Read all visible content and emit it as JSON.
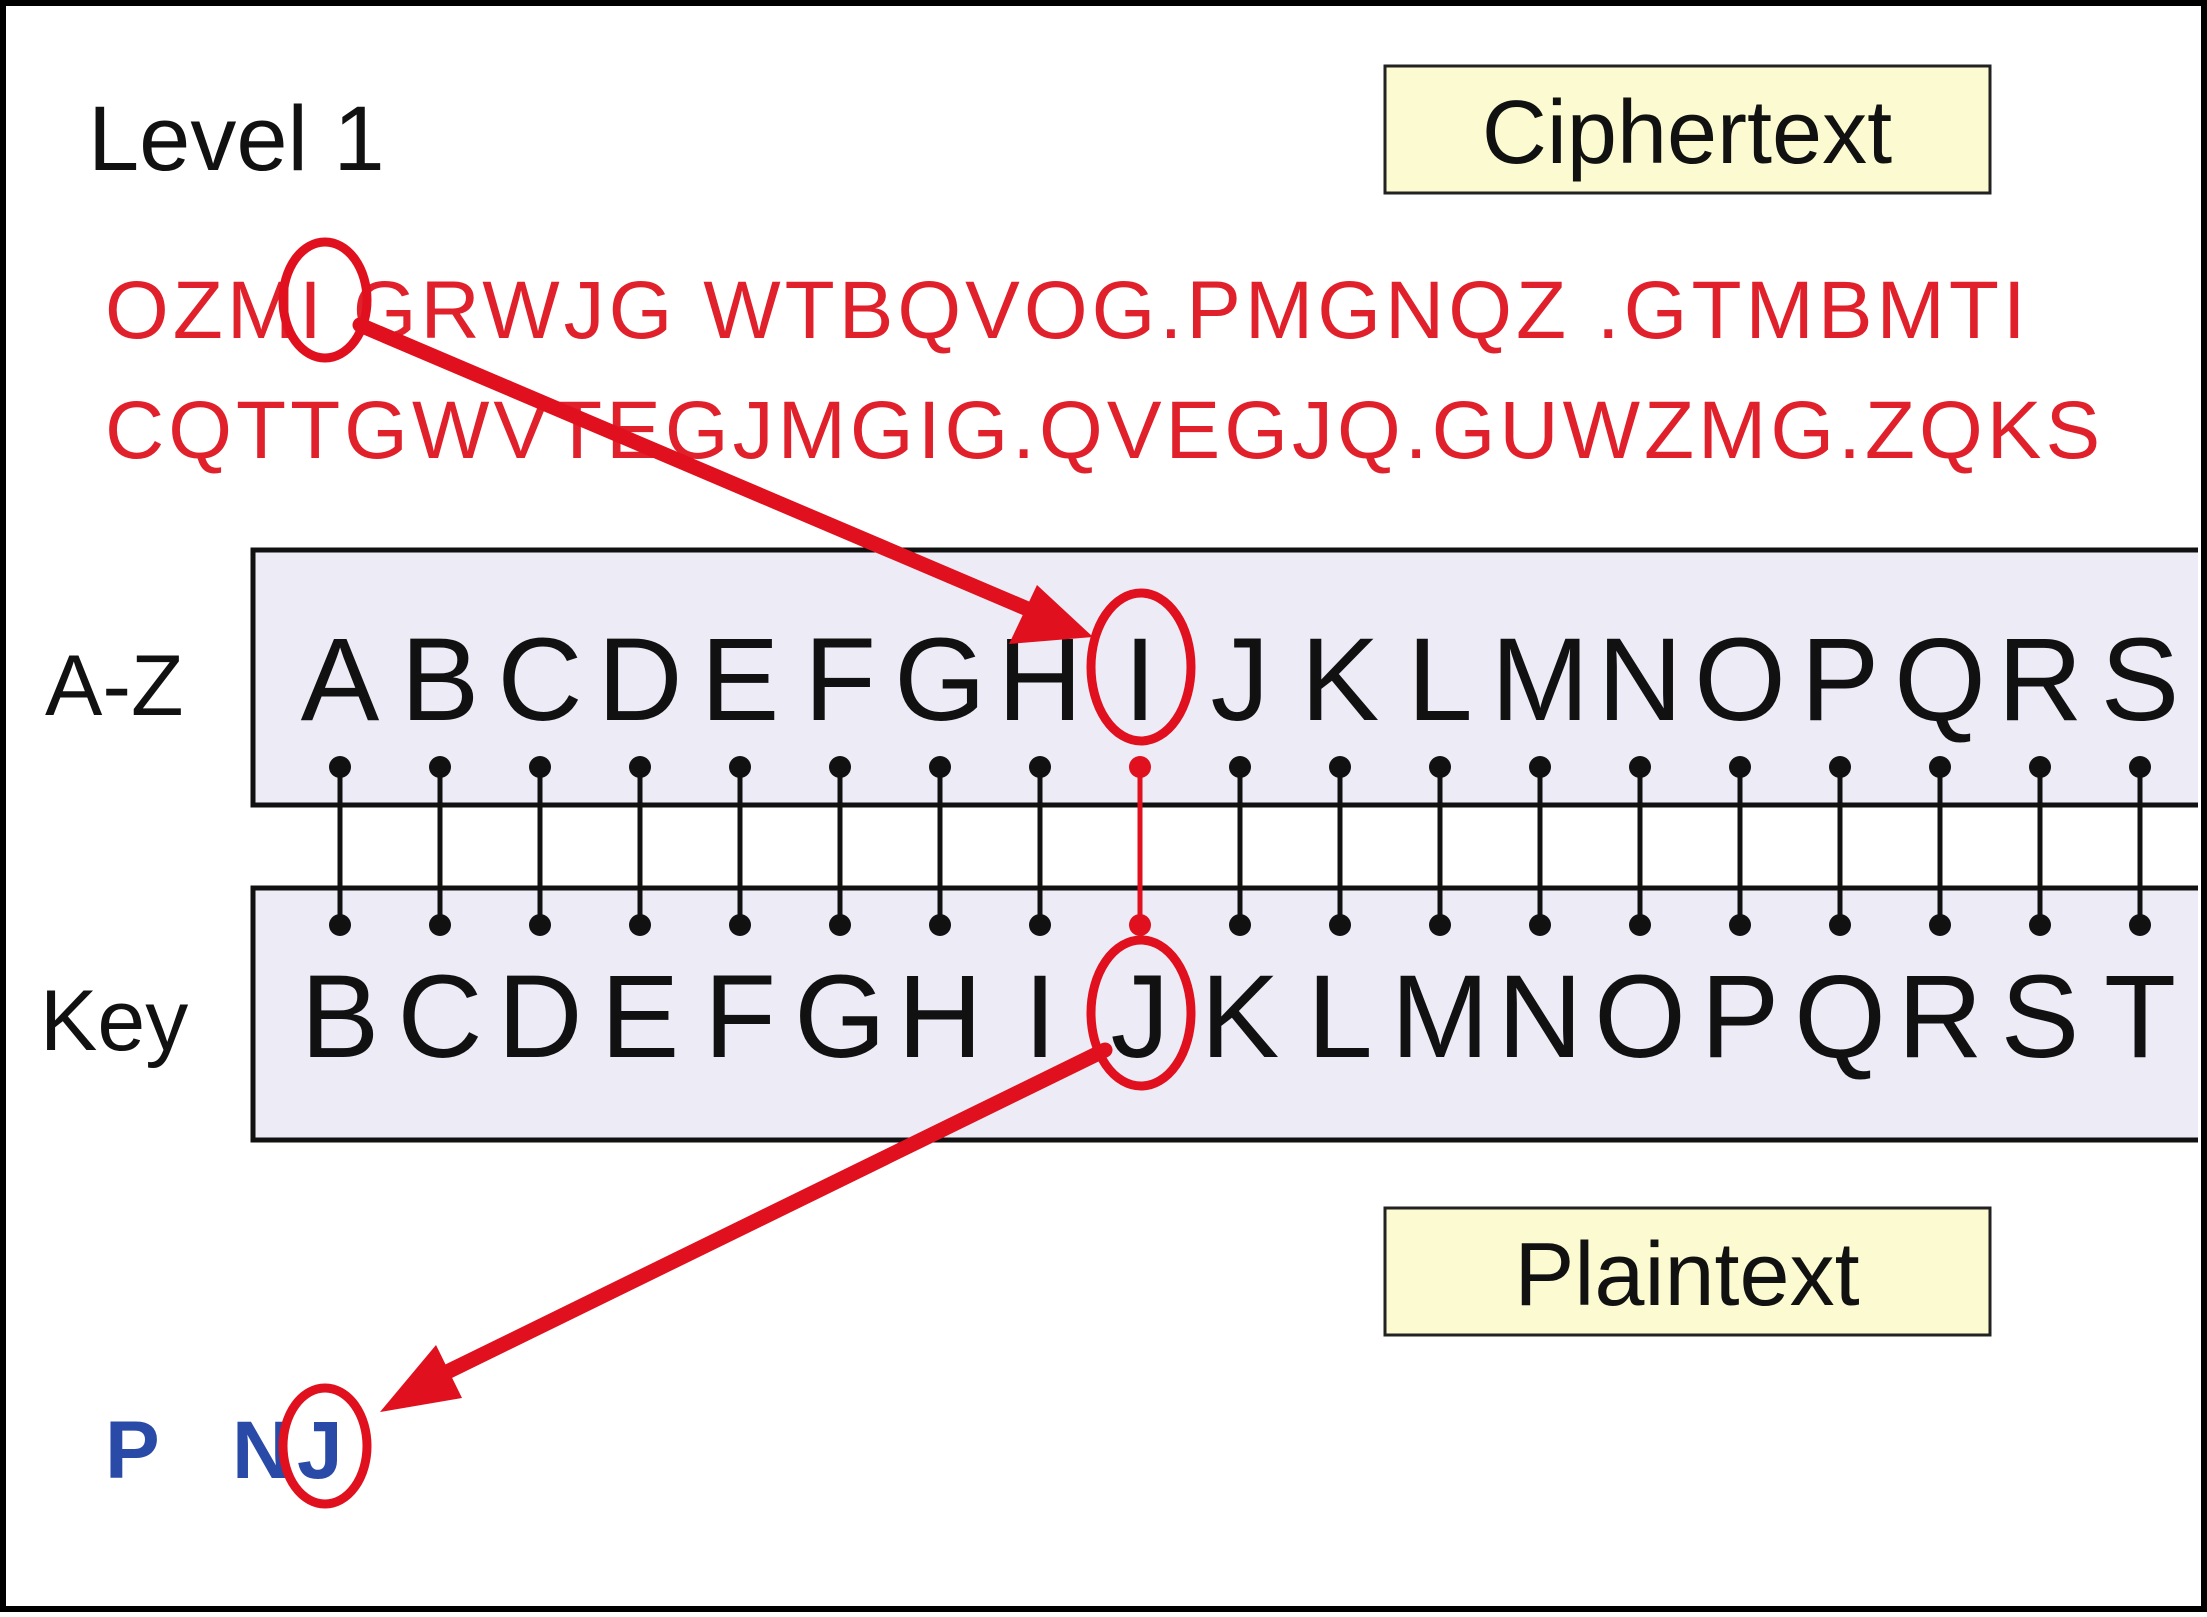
{
  "level_title": "Level 1",
  "ciphertext_label": "Ciphertext",
  "plaintext_label": "Plaintext",
  "ciphertext_lines": [
    "OZMI GRWJG WTBQVOG.PMGNQZ .GTMBMTI",
    "CQTTGWVTEGJMGIG.QVEGJQ.GUWZMG.ZQKS"
  ],
  "row_labels": {
    "alphabet": "A-Z",
    "key": "Key"
  },
  "alphabet_row": [
    "A",
    "B",
    "C",
    "D",
    "E",
    "F",
    "G",
    "H",
    "I",
    "J",
    "K",
    "L",
    "M",
    "N",
    "O",
    "P",
    "Q",
    "R",
    "S"
  ],
  "key_row": [
    "B",
    "C",
    "D",
    "E",
    "F",
    "G",
    "H",
    "I",
    "J",
    "K",
    "L",
    "M",
    "N",
    "O",
    "P",
    "Q",
    "R",
    "S",
    "T"
  ],
  "plaintext_letters": [
    "P",
    "N",
    "J"
  ],
  "highlight": {
    "cipher_letter": "I",
    "plain_letter": "J",
    "index": 8
  },
  "colors": {
    "cipher_text": "#e0202a",
    "arrow": "#e0101e",
    "plain_text": "#2a4aa8",
    "row_fill": "#ecebf6",
    "label_fill": "#fbfad0",
    "connector": "#111111"
  }
}
